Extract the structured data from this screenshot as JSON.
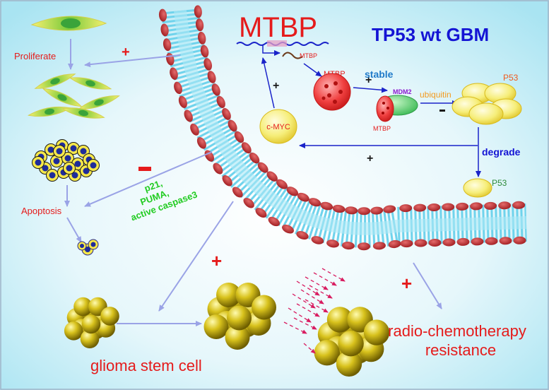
{
  "title": "TP53  wt  GBM",
  "gene": "MTBP",
  "labels": {
    "proliferate": "Proliferate",
    "apoptosis": "Apoptosis",
    "mtbp_mrna": "MTBP",
    "mtbp_protein": "MTBP",
    "stable": "stable",
    "mdm2": "MDM2",
    "mtbp_small": "MTBP",
    "ubiquitin": "ubiquitin",
    "p53_top": "P53",
    "degrade": "degrade",
    "p53_bottom": "P53",
    "cmyc": "c-MYC",
    "p21": "p21,",
    "puma": "PUMA,",
    "caspase": "active caspase3",
    "glioma": "glioma stem cell",
    "radio1": "radio-chemotherapy",
    "radio2": "resistance"
  },
  "signs": {
    "plus": "+",
    "minus": "-"
  },
  "colors": {
    "background_center": "#ffffff",
    "background_edge": "#a9e4f2",
    "membrane": "#7fd8ee",
    "head": "#b3262b",
    "title": "#1414d4",
    "red": "#e51b1b",
    "green": "#22cc22",
    "arrow": "#9aa3e6",
    "dark_arrow": "#1a23c9",
    "yellow": "#f2e64f"
  }
}
